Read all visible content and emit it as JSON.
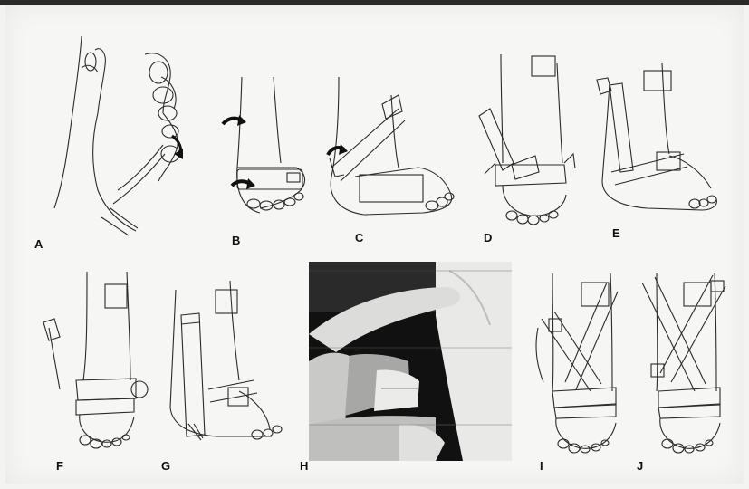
{
  "figure": {
    "panels": [
      {
        "id": "A",
        "label": "A"
      },
      {
        "id": "B",
        "label": "B"
      },
      {
        "id": "C",
        "label": "C"
      },
      {
        "id": "D",
        "label": "D"
      },
      {
        "id": "E",
        "label": "E"
      },
      {
        "id": "F",
        "label": "F"
      },
      {
        "id": "G",
        "label": "G"
      },
      {
        "id": "H",
        "label": "H"
      },
      {
        "id": "I",
        "label": "I"
      },
      {
        "id": "J",
        "label": "J"
      }
    ]
  },
  "colors": {
    "paper": "#f6f6f4",
    "ink": "#2a2a2a",
    "arrow": "#1a1a1a",
    "photo_bg": "#0e0e0e"
  }
}
